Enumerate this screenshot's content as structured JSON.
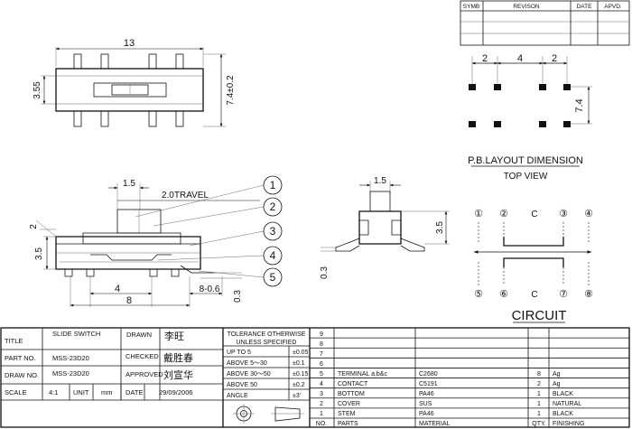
{
  "revision_block": {
    "headers": [
      "SYMB",
      "REVISON",
      "DATE",
      "APVD."
    ]
  },
  "dimensions": {
    "top_width": "13",
    "top_height_left": "3.55",
    "top_height_right": "7.4±0.2",
    "side_width": "1.5",
    "travel": "2.0TRAVEL",
    "side_height_top": "2",
    "side_height_left": "3.5",
    "bottom_pitch": "4",
    "bottom_span": "8",
    "bottom_range": "8-0.6",
    "bottom_offset": "0.3",
    "end_width": "1.5",
    "end_height": "3.5",
    "end_offset": "0.3",
    "layout_spacing_a": "2",
    "layout_spacing_b": "4",
    "layout_spacing_c": "2",
    "layout_height": "7.4"
  },
  "balloons": [
    "1",
    "2",
    "3",
    "4",
    "5"
  ],
  "pb_layout": {
    "title": "P.B.LAYOUT DIMENSION",
    "subtitle": "TOP VIEW"
  },
  "circuit": {
    "title": "CIRCUIT",
    "top_labels": [
      "①",
      "②",
      "C",
      "③",
      "④"
    ],
    "bottom_labels": [
      "⑤",
      "⑥",
      "C",
      "⑦",
      "⑧"
    ]
  },
  "title_block": {
    "title_label": "TITLE",
    "title_value": "SLIDE SWITCH",
    "drawn_label": "DRAWN",
    "drawn_value": "李旺",
    "part_no_label": "PART NO.",
    "part_no_value": "MSS-23D20",
    "checked_label": "CHECKED",
    "checked_value": "戴胜春",
    "draw_no_label": "DRAW NO.",
    "draw_no_value": "MSS-23D20",
    "approved_label": "APPROVED",
    "approved_value": "刘宣华",
    "scale_label": "SCALE",
    "scale_value": "4:1",
    "unit_label": "UNIT",
    "unit_value": "mm",
    "date_label": "DATE",
    "date_value": "29/09/2006"
  },
  "tolerance": {
    "header_line1": "TOLERANCE OTHERWISE",
    "header_line2": "UNLESS SPECIFIED",
    "rows": [
      {
        "range": "UP TO 5",
        "value": "±0.05"
      },
      {
        "range": "ABOVE 5～30",
        "value": "±0.1"
      },
      {
        "range": "ABOVE 30～50",
        "value": "±0.15"
      },
      {
        "range": "ABOVE 50",
        "value": "±0.2"
      },
      {
        "range": "ANGLE",
        "value": "±3'"
      }
    ]
  },
  "bom": {
    "headers": [
      "NO.",
      "PARTS",
      "MATERIAL",
      "QTY.",
      "FINISHING"
    ],
    "rows": [
      {
        "no": "9",
        "part": "",
        "material": "",
        "qty": "",
        "finish": ""
      },
      {
        "no": "8",
        "part": "",
        "material": "",
        "qty": "",
        "finish": ""
      },
      {
        "no": "7",
        "part": "",
        "material": "",
        "qty": "",
        "finish": ""
      },
      {
        "no": "6",
        "part": "",
        "material": "",
        "qty": "",
        "finish": ""
      },
      {
        "no": "5",
        "part": "TERMINAL  a,b&c",
        "material": "C2680",
        "qty": "8",
        "finish": "Ag"
      },
      {
        "no": "4",
        "part": "CONTACT",
        "material": "C5191",
        "qty": "2",
        "finish": "Ag"
      },
      {
        "no": "3",
        "part": "BOTTOM",
        "material": "PA46",
        "qty": "1",
        "finish": "BLACK"
      },
      {
        "no": "2",
        "part": "COVER",
        "material": "SUS",
        "qty": "1",
        "finish": "NATURAL"
      },
      {
        "no": "1",
        "part": "STEM",
        "material": "PA46",
        "qty": "1",
        "finish": "BLACK"
      }
    ]
  }
}
